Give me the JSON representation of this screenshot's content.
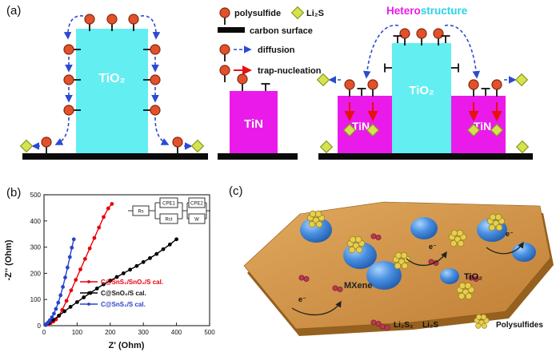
{
  "figure": {
    "panel_a_label": "(a)",
    "panel_b_label": "(b)",
    "panel_c_label": "(c)"
  },
  "panel_a": {
    "legend": {
      "polysulfide": "polysulfide",
      "li2s": "Li₂S",
      "carbon_surface": "carbon surface",
      "diffusion": "diffusion",
      "trap_nucleation": "trap-nucleation"
    },
    "tio2_label": "TiO₂",
    "tin_label": "TiN",
    "hetero": {
      "part1": "Hetero",
      "part2": "structure"
    },
    "colors": {
      "tio2_block": "#63eef1",
      "tin_block": "#ea1bea",
      "polysulfide": "#e2512a",
      "li2s": "#d6e24e",
      "diffusion_arrow": "#2b4bd0",
      "trap_arrow": "#e51212",
      "carbon": "#0a0a0a",
      "hetero_part1": "#ea1bea",
      "hetero_part2": "#28d4e8"
    }
  },
  "panel_b": {
    "circuit_labels": {
      "rs": "Rs",
      "cpe1": "CPE1",
      "rct": "Rct",
      "cpe2": "CPE2",
      "w": "W"
    }
  },
  "panel_c": {
    "mxene": "MXene",
    "tio2": "TiO₂",
    "li2s2": "Li₂S₂",
    "li2s": "Li₂S",
    "polysulfides": "Polysulfides",
    "electron": "e⁻"
  },
  "chart_data": {
    "type": "line",
    "title": "",
    "xlabel": "Z' (Ohm)",
    "ylabel": "-Z'' (Ohm)",
    "xlim": [
      0,
      500
    ],
    "ylim": [
      0,
      500
    ],
    "xticks": [
      0,
      100,
      200,
      300,
      400,
      500
    ],
    "yticks": [
      0,
      100,
      200,
      300,
      400,
      500
    ],
    "grid": false,
    "legend_position": "center-right",
    "series": [
      {
        "name": "C@SnS₂/SnO₂/S cal.",
        "color": "#e8000b",
        "x": [
          5,
          12,
          20,
          28,
          36,
          45,
          55,
          68,
          82,
          96,
          110,
          124,
          138,
          152,
          166,
          180,
          194,
          205
        ],
        "y": [
          3,
          6,
          10,
          16,
          24,
          38,
          60,
          95,
          135,
          175,
          215,
          255,
          295,
          335,
          375,
          415,
          448,
          465
        ]
      },
      {
        "name": "C@SnO₂/S cal.",
        "color": "#000000",
        "x": [
          5,
          15,
          28,
          45,
          62,
          80,
          100,
          120,
          140,
          160,
          180,
          200,
          220,
          240,
          260,
          280,
          300,
          320,
          340,
          360,
          380,
          400
        ],
        "y": [
          3,
          10,
          22,
          38,
          55,
          72,
          90,
          108,
          125,
          142,
          158,
          172,
          186,
          200,
          214,
          228,
          243,
          258,
          274,
          292,
          310,
          330
        ]
      },
      {
        "name": "C@SnS₂/S cal.",
        "color": "#2643cc",
        "x": [
          4,
          8,
          13,
          18,
          24,
          30,
          36,
          43,
          50,
          57,
          64,
          71,
          78,
          84,
          90
        ],
        "y": [
          3,
          7,
          13,
          21,
          32,
          46,
          64,
          88,
          116,
          148,
          184,
          222,
          262,
          298,
          330
        ]
      }
    ]
  }
}
